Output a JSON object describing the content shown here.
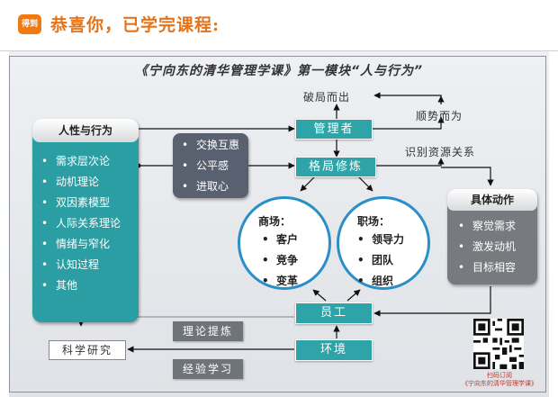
{
  "header": {
    "badge": "得到",
    "congrats": "恭喜你，已学完课程:"
  },
  "title": "《宁向东的清华管理学课》第一模块“人与行为”",
  "nodes": {
    "breakout": "破局而出",
    "manager": "管理者",
    "restructure": "格局修炼",
    "staff": "员工",
    "environment": "环境",
    "science": "科学研究",
    "refine": "理论提炼",
    "experience": "经验学习",
    "follow": "顺势而为",
    "identify": "识别资源关系"
  },
  "left_card": {
    "title": "人性与行为",
    "items": [
      "需求层次论",
      "动机理论",
      "双因素模型",
      "人际关系理论",
      "情绪与窄化",
      "认知过程",
      "其他"
    ]
  },
  "mid_card": {
    "items": [
      "交换互惠",
      "公平感",
      "进取心"
    ]
  },
  "circle_market": {
    "title": "商场：",
    "items": [
      "客户",
      "竞争",
      "变革"
    ]
  },
  "circle_work": {
    "title": "职场：",
    "items": [
      "领导力",
      "团队",
      "组织"
    ]
  },
  "right_card": {
    "title": "具体动作",
    "items": [
      "察觉需求",
      "激发动机",
      "目标相容"
    ]
  },
  "qr_caption": [
    "扫码订阅",
    "《宁向东的清华管理学课》"
  ]
}
